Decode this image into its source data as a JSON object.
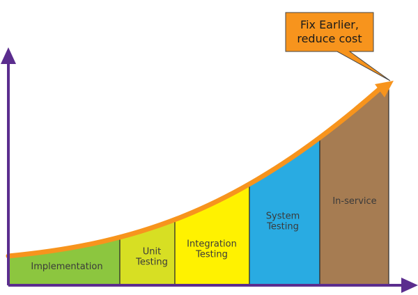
{
  "stages": [
    {
      "id": "implementation",
      "lines": [
        "Implementation"
      ],
      "color": "#8cc63f"
    },
    {
      "id": "unit-testing",
      "lines": [
        "Unit",
        "Testing"
      ],
      "color": "#d7df23"
    },
    {
      "id": "integration-testing",
      "lines": [
        "Integration",
        "Testing"
      ],
      "color": "#fff200"
    },
    {
      "id": "system-testing",
      "lines": [
        "System",
        "Testing"
      ],
      "color": "#29abe2"
    },
    {
      "id": "in-service",
      "lines": [
        "In-service"
      ],
      "color": "#a67c52"
    }
  ],
  "callout": {
    "lines": [
      "Fix Earlier,",
      "reduce cost"
    ],
    "color": "#f7941d"
  },
  "colors": {
    "axes": "#5b2d8e",
    "curve": "#f7941d"
  }
}
